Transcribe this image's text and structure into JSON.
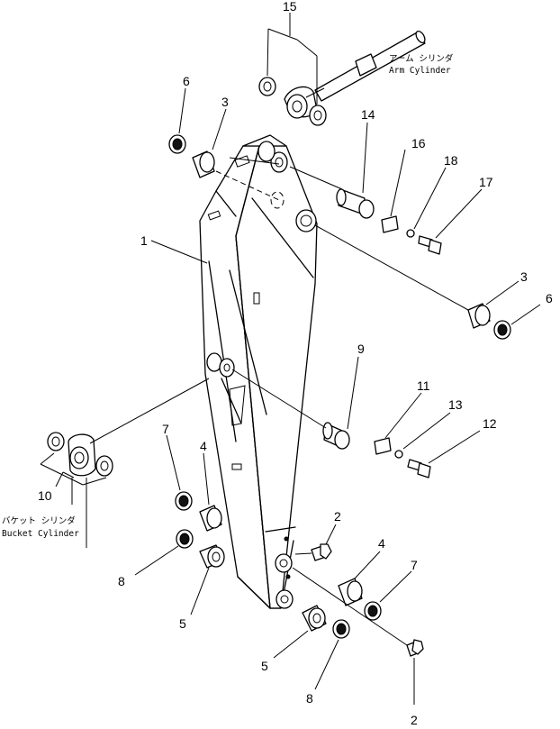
{
  "callouts": {
    "c1": "1",
    "c2a": "2",
    "c2b": "2",
    "c3a": "3",
    "c3b": "3",
    "c4a": "4",
    "c4b": "4",
    "c5a": "5",
    "c5b": "5",
    "c6a": "6",
    "c6b": "6",
    "c7a": "7",
    "c7b": "7",
    "c8a": "8",
    "c8b": "8",
    "c9": "9",
    "c10": "10",
    "c11": "11",
    "c12": "12",
    "c13": "13",
    "c14": "14",
    "c15": "15",
    "c16": "16",
    "c17": "17",
    "c18": "18"
  },
  "labels": {
    "arm_cylinder_jp": "アーム シリンダ",
    "arm_cylinder_en": "Arm Cylinder",
    "bucket_cylinder_jp": "バケット シリンダ",
    "bucket_cylinder_en": "Bucket Cylinder"
  }
}
